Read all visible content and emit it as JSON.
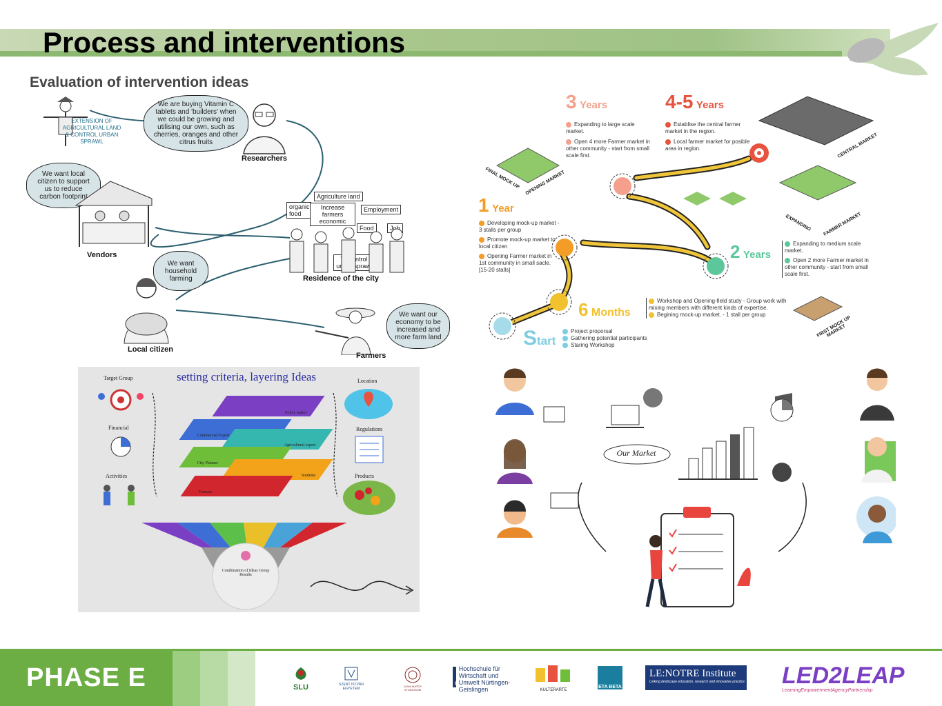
{
  "header": {
    "title": "Process and interventions",
    "subtitle": "Evaluation of intervention ideas"
  },
  "stakeholders": {
    "scarecrow_sign": "EXTENSION OF AGRICULTURAL LAND & CONTROL URBAN SPRAWL",
    "researchers_quote": "We are buying Vitamin C tablets and 'builders' when we could be growing and utilising our own, such as cherries, oranges and other citrus fruits",
    "researchers_label": "Researchers",
    "vendors_quote": "We want local citizen to support us to reduce carbon footprint",
    "vendors_label": "Vendors",
    "residence_signs": [
      "Agriculture land",
      "organic food",
      "Increase farmers economic",
      "Employment",
      "Food",
      "Job",
      "To control urban sprawl"
    ],
    "residence_label": "Residence of the city",
    "citizen_quote": "We want household farming",
    "citizen_label": "Local citizen",
    "farmers_quote": "We want our economy to be increased and more farm land",
    "farmers_label": "Farmers"
  },
  "timeline": {
    "start": {
      "num": "S",
      "unit": "tart",
      "color": "#7fcde0",
      "items": [
        "Project proporsal",
        "Gathering potential participants",
        "Staring Workshop"
      ]
    },
    "six_months": {
      "num": "6",
      "unit": "Months",
      "color": "#f2c12e",
      "items": [
        "Workshop and Opening-field study - Group work with mixing members with different kinds of expertise.",
        "Begining mock-up market. - 1 stall per group"
      ]
    },
    "one_year": {
      "num": "1",
      "unit": "Year",
      "color": "#f39c28",
      "items": [
        "Developing mock-up market - 3 stalls per group",
        "Promote mock-up market to local citizen",
        "Opening Farmer market in 1st community in small sacle. [15-20 stalls]"
      ]
    },
    "two_years": {
      "num": "2",
      "unit": "Years",
      "color": "#5cc79a",
      "items": [
        "Expanding to medium scale market.",
        "Open 2 more Farmer market in other community - start from small scale first."
      ]
    },
    "three_years": {
      "num": "3",
      "unit": "Years",
      "color": "#f4a08c",
      "items": [
        "Expanding to large scale market.",
        "Open 4 more Farmer market in other community - start from small scale first."
      ]
    },
    "four_five_years": {
      "num": "4-5",
      "unit": "Years",
      "color": "#e8533f",
      "items": [
        "Establise the central farmer market in the region.",
        "Local farmer market for posible area in region."
      ]
    },
    "market_labels": [
      "FINAL MOCK UP",
      "OPENING MARKET",
      "CENTRAL MARKET",
      "EXPANDING",
      "FARMER MARKET",
      "FIRST MOCK UP MARKET"
    ]
  },
  "criteria": {
    "title": "setting criteria, layering Ideas",
    "left_labels": [
      "Target Group",
      "Financial",
      "Activities"
    ],
    "right_labels": [
      "Location",
      "Regulations",
      "Products"
    ],
    "layers": [
      {
        "label": "Policy maker",
        "color": "#7b3fc4"
      },
      {
        "label": "Commercial Expert",
        "color": "#3d6ed6"
      },
      {
        "label": "Agricultural expert",
        "color": "#35b7b0"
      },
      {
        "label": "City Planner",
        "color": "#6fbe3a"
      },
      {
        "label": "Students",
        "color": "#f2a31a"
      },
      {
        "label": "Farmers",
        "color": "#d2262f"
      }
    ],
    "funnel_colors": [
      "#7b3fc4",
      "#3d6ed6",
      "#5cbf4a",
      "#e9c02a",
      "#4aa3d8",
      "#d2262f"
    ],
    "funnel_label": "Combination of Ideas Group Results"
  },
  "market_panel": {
    "center_label": "Our Market"
  },
  "footer": {
    "phase": "PHASE  E",
    "logos": [
      "SLU",
      "SZENT ISTVÁN EGYETEM",
      "ALMA MATER STUDIORUM",
      "Hochschule für Wirtschaft und Umwelt Nürtingen-Geislingen",
      "KULTERARTE",
      "ETA BETA",
      "LE:NOTRE Institute",
      "LED2LEAP"
    ],
    "lenotre_sub": "Linking landscape education, research and innovative practice",
    "led2leap_sub": "LearningEmpowermentAgencyPartnership"
  }
}
